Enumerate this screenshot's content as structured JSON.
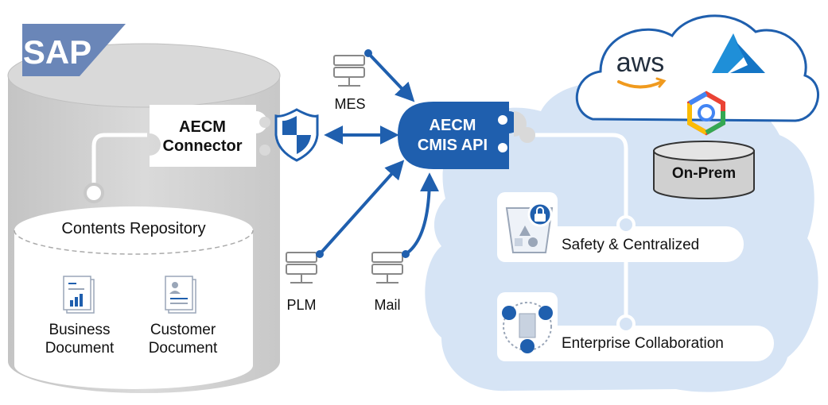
{
  "logos": {
    "sap": "SAP",
    "aws": "aws"
  },
  "connector": {
    "line1": "AECM",
    "line2": "Connector"
  },
  "api": {
    "line1": "AECM",
    "line2": "CMIS API"
  },
  "repository": {
    "title": "Contents Repository"
  },
  "documents": [
    {
      "line1": "Business",
      "line2": "Document"
    },
    {
      "line1": "Customer",
      "line2": "Document"
    }
  ],
  "servers": {
    "mes": "MES",
    "plm": "PLM",
    "mail": "Mail"
  },
  "onprem": "On-Prem",
  "features": [
    {
      "label": "Safety & Centralized"
    },
    {
      "label": "Enterprise Collaboration"
    }
  ],
  "colors": {
    "primary_blue": "#1f5fae",
    "light_blue": "#d6e4f5",
    "gray_db": "#d2d2d2",
    "azure": "#1f8fd8",
    "aws_orange": "#f09a1e"
  }
}
